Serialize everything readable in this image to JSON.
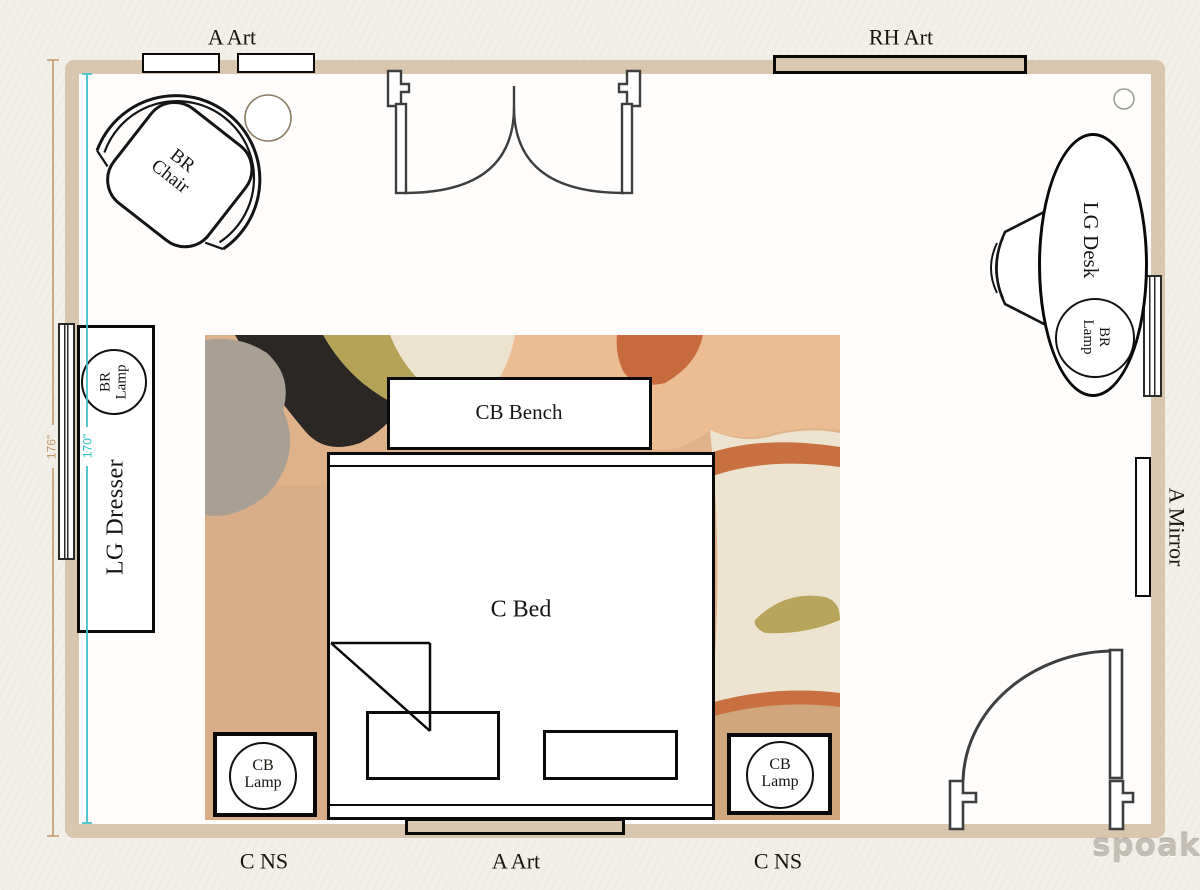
{
  "app": {
    "watermark": "spoak."
  },
  "dimensions": {
    "exterior_height": "176\"",
    "interior_height": "170\""
  },
  "wall_items": {
    "art_top_label": "A Art",
    "art_rh_label": "RH Art",
    "art_bottom_label": "A Art",
    "mirror_label": "A Mirror"
  },
  "furniture": {
    "chair": {
      "line1": "BR",
      "line2": "Chair"
    },
    "desk": {
      "label": "LG Desk",
      "lamp": {
        "line1": "BR",
        "line2": "Lamp"
      }
    },
    "dresser": {
      "label": "LG Dresser",
      "lamp": {
        "line1": "BR",
        "line2": "Lamp"
      }
    },
    "bench": {
      "label": "CB Bench"
    },
    "bed": {
      "label": "C Bed"
    },
    "nightstand_left": {
      "label": "C NS",
      "lamp": {
        "line1": "CB",
        "line2": "Lamp"
      }
    },
    "nightstand_right": {
      "label": "C NS",
      "lamp": {
        "line1": "CB",
        "line2": "Lamp"
      }
    }
  },
  "colors": {
    "wall": "#d8c6ae",
    "background": "#f2efe9",
    "floor": "#fefdfc",
    "dimension_exterior": "#c2996d",
    "dimension_interior": "#3fc1c9",
    "rug_palette": [
      "#dfb28a",
      "#ecbc93",
      "#ebe3ce",
      "#b4a257",
      "#2b2725",
      "#a89f95",
      "#c8703f",
      "#ece4d0",
      "#d0a67c"
    ]
  }
}
